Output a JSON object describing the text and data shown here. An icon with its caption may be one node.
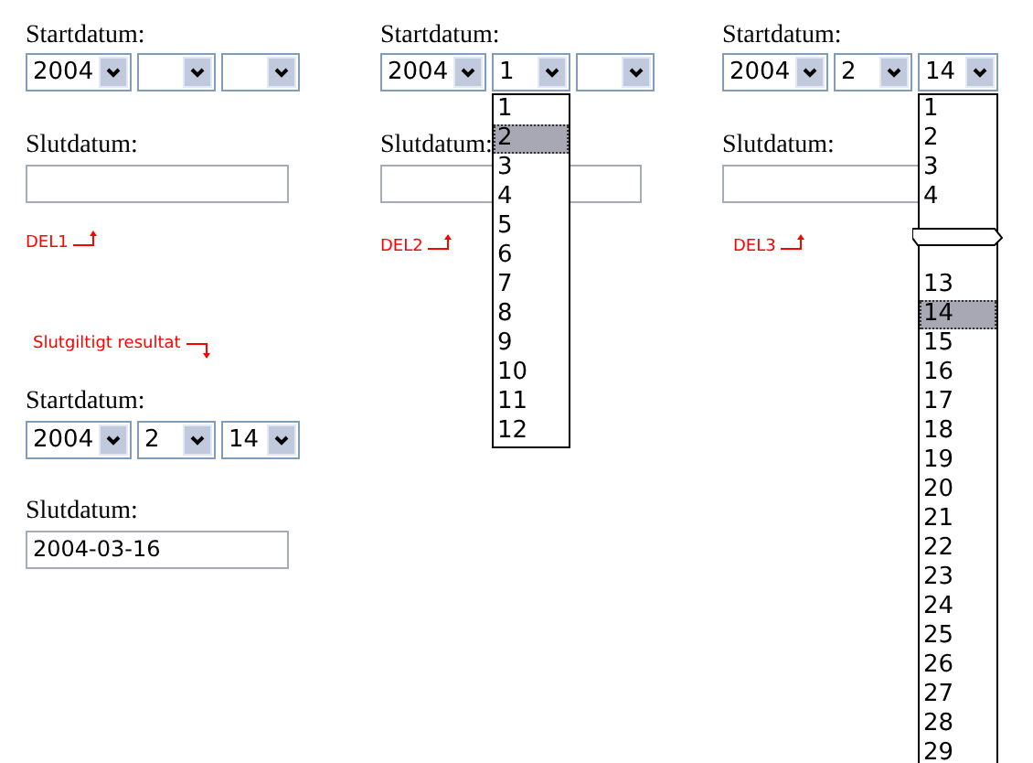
{
  "diagram": {
    "labels": [
      "Startdatum:",
      "2004",
      "Slutdatum:",
      "DEL1",
      "Startdatum:",
      "2004",
      "1",
      "1",
      "2",
      "3",
      "4",
      "5",
      "6",
      "7",
      "8",
      "9",
      "10",
      "11",
      "12",
      "Slutdatum:",
      "DEL2",
      "Startdatum:",
      "2004",
      "2",
      "14",
      "1",
      "2",
      "3",
      "4",
      "13",
      "14",
      "15",
      "16",
      "17",
      "18",
      "19",
      "20",
      "21",
      "22",
      "23",
      "24",
      "25",
      "26",
      "27",
      "28",
      "29",
      "Slutdatum:",
      "DEL3",
      "Slutgiltigt resultat",
      "Startdatum:",
      "2004",
      "2",
      "14",
      "Slutdatum:",
      "2004-03-16"
    ]
  }
}
